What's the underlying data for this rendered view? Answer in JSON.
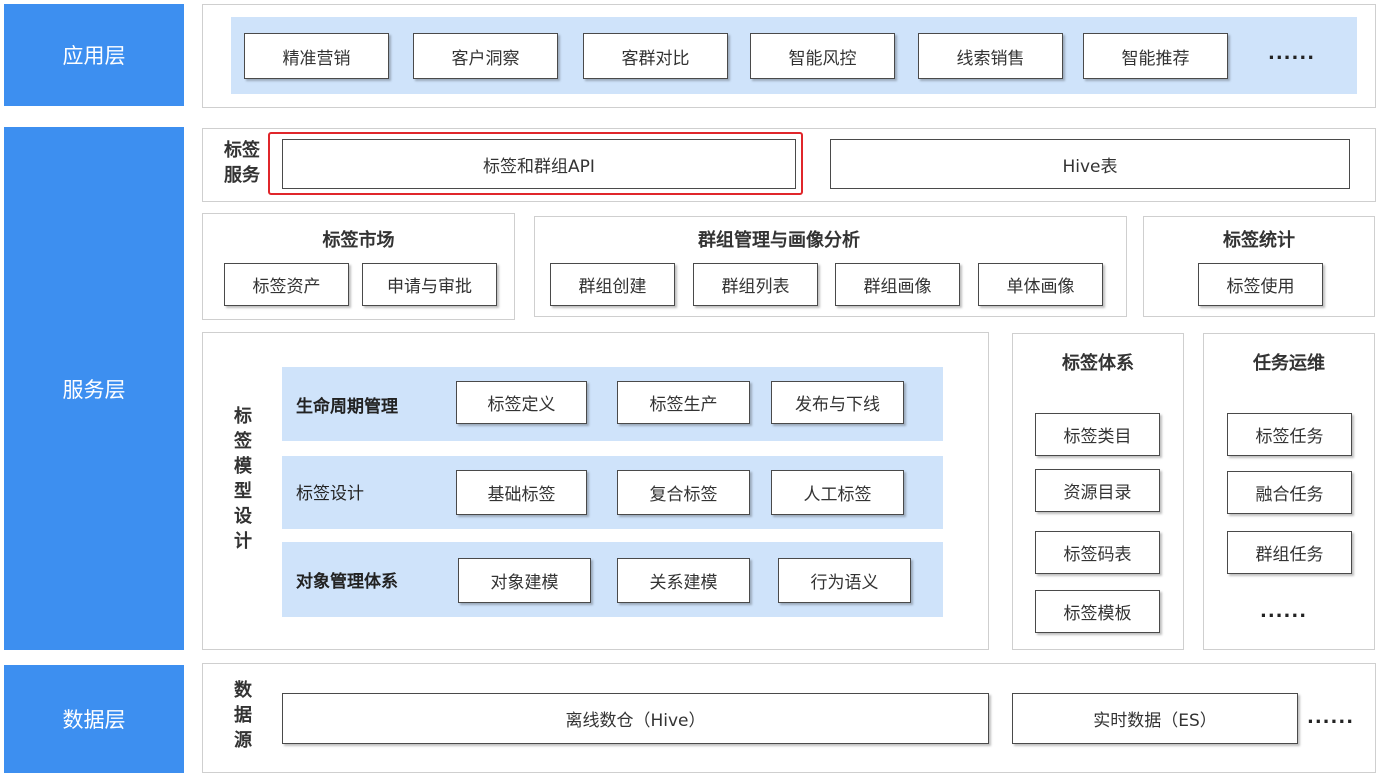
{
  "layers": {
    "application": "应用层",
    "service": "服务层",
    "data": "数据层"
  },
  "application": {
    "items": [
      "精准营销",
      "客户洞察",
      "客群对比",
      "智能风控",
      "线索销售",
      "智能推荐"
    ],
    "more": "......"
  },
  "tag_service": {
    "label": "标签\n服务",
    "api": "标签和群组API",
    "hive": "Hive表"
  },
  "market": {
    "title": "标签市场",
    "items": [
      "标签资产",
      "申请与审批"
    ]
  },
  "group": {
    "title": "群组管理与画像分析",
    "items": [
      "群组创建",
      "群组列表",
      "群组画像",
      "单体画像"
    ]
  },
  "stats": {
    "title": "标签统计",
    "items": [
      "标签使用"
    ]
  },
  "model_design": {
    "label": "标签模型设计",
    "rows": [
      {
        "label": "生命周期管理",
        "items": [
          "标签定义",
          "标签生产",
          "发布与下线"
        ]
      },
      {
        "label": "标签设计",
        "items": [
          "基础标签",
          "复合标签",
          "人工标签"
        ]
      },
      {
        "label": "对象管理体系",
        "items": [
          "对象建模",
          "关系建模",
          "行为语义"
        ]
      }
    ]
  },
  "tag_system": {
    "title": "标签体系",
    "items": [
      "标签类目",
      "资源目录",
      "标签码表",
      "标签模板"
    ]
  },
  "task_ops": {
    "title": "任务运维",
    "items": [
      "标签任务",
      "融合任务",
      "群组任务"
    ],
    "more": "......"
  },
  "data_source": {
    "label": "数据源",
    "offline": "离线数仓（Hive）",
    "realtime": "实时数据（ES）",
    "more": "......"
  },
  "colors": {
    "layer_blue": "#3d8ff0",
    "band_blue": "#cfe3fa",
    "highlight_red": "#e0262b"
  }
}
